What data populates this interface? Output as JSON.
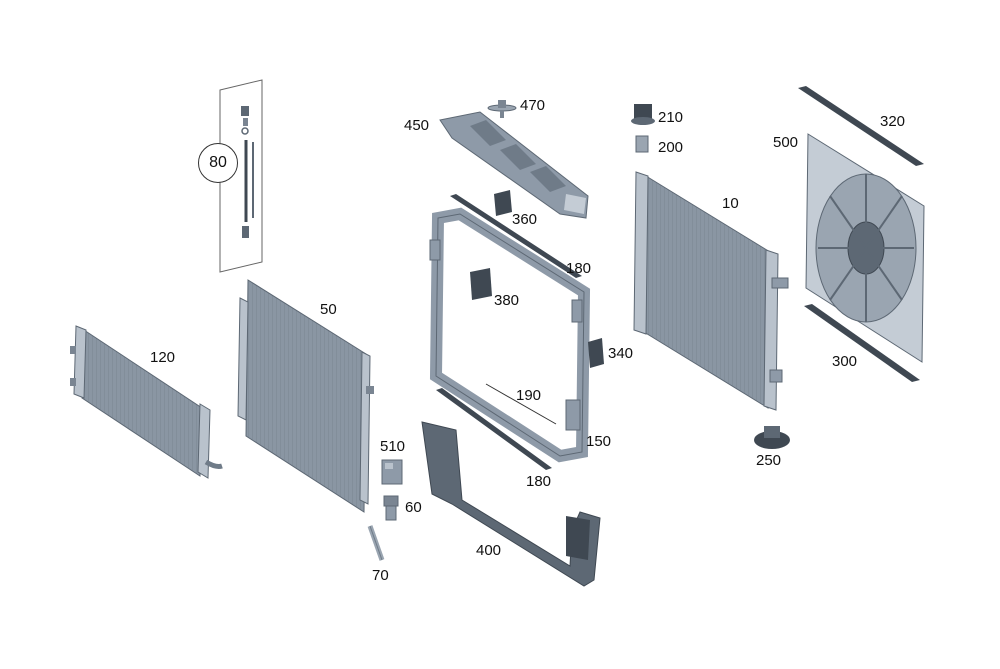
{
  "colors": {
    "part_fill": "#8e9aa8",
    "part_dark": "#5d6874",
    "part_light": "#b9c2cc",
    "seal": "#3f4852",
    "background": "#ffffff"
  },
  "labels": {
    "p10": "10",
    "p50": "50",
    "p60": "60",
    "p70": "70",
    "p80": "80",
    "p120": "120",
    "p150": "150",
    "p180a": "180",
    "p180b": "180",
    "p190": "190",
    "p200": "200",
    "p210": "210",
    "p250": "250",
    "p300": "300",
    "p320": "320",
    "p340": "340",
    "p360": "360",
    "p380": "380",
    "p400": "400",
    "p450": "450",
    "p470": "470",
    "p500": "500",
    "p510": "510"
  }
}
